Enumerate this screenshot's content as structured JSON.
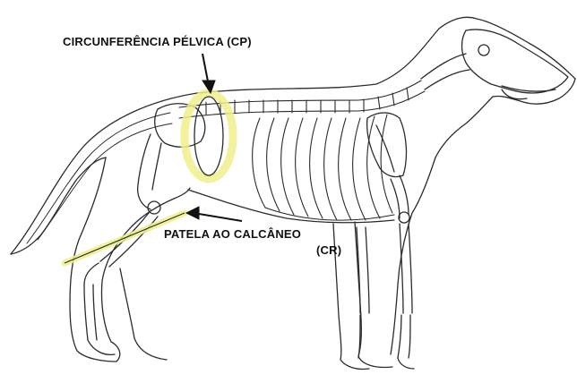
{
  "diagram": {
    "subject": "dog skeleton lateral view",
    "highlight_color": "#eef08a",
    "line_color": "#2b2b2b",
    "callouts": {
      "pelvic": {
        "label": "CIRCUNFERÊNCIA PÉLVICA (CP)"
      },
      "patella": {
        "label": "PATELA AO CALCÂNEO",
        "abbr": "(CR)"
      }
    }
  }
}
